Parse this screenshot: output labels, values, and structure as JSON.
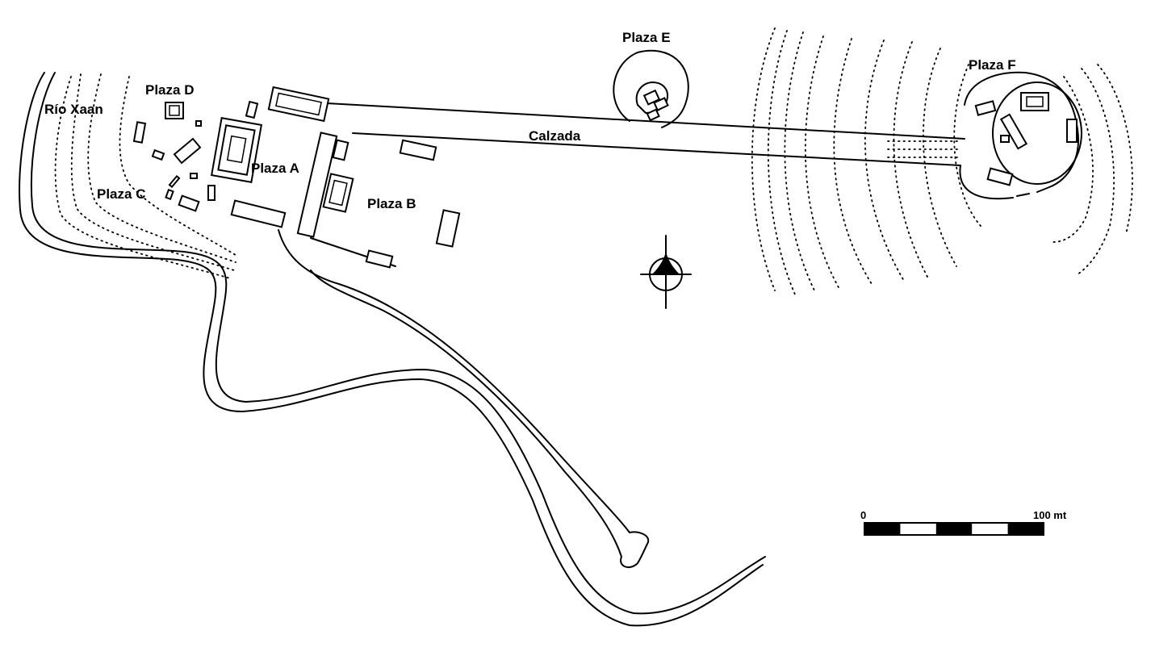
{
  "labels": {
    "plaza_a": "Plaza A",
    "plaza_b": "Plaza B",
    "plaza_c": "Plaza C",
    "plaza_d": "Plaza D",
    "plaza_e": "Plaza E",
    "plaza_f": "Plaza F",
    "river": "Río Xaan",
    "causeway": "Calzada"
  },
  "scale_bar": {
    "start_label": "0",
    "end_label": "100 mt",
    "segments": 5
  },
  "colors": {
    "ink": "#000000",
    "paper": "#ffffff"
  },
  "icons": {
    "north_arrow": "compass-north-icon"
  }
}
